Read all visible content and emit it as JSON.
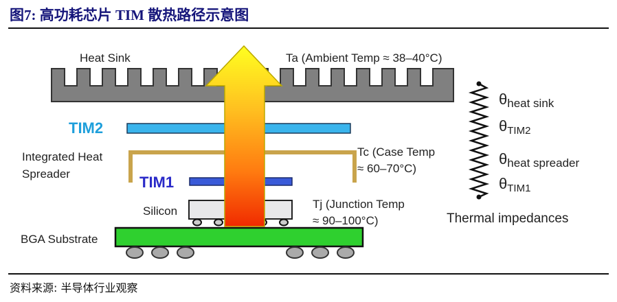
{
  "title": "图7:  高功耗芯片 TIM 散热路径示意图",
  "source": "资料来源:  半导体行业观察",
  "labels": {
    "heat_sink": "Heat Sink",
    "ambient": "Ta (Ambient Temp ≈ 38–40°C)",
    "tim2": "TIM2",
    "ihs_line1": "Integrated Heat",
    "ihs_line2": "Spreader",
    "case_line1": "Tc (Case Temp",
    "case_line2": "≈ 60–70°C)",
    "tim1": "TIM1",
    "silicon": "Silicon",
    "junction_line1": "Tj (Junction Temp",
    "junction_line2": "≈ 90–100°C)",
    "bga": "BGA Substrate"
  },
  "impedances": {
    "symbol": "θ",
    "items": [
      "heat sink",
      "TIM2",
      "heat spreader",
      "TIM1"
    ],
    "caption": "Thermal impedances"
  },
  "colors": {
    "title": "#15157a",
    "tim2": "#1e9fdb",
    "tim1": "#2a2ac8",
    "substrate": "#2fd02f",
    "ihs": "#c9a44c",
    "heatsink": "#808080"
  }
}
